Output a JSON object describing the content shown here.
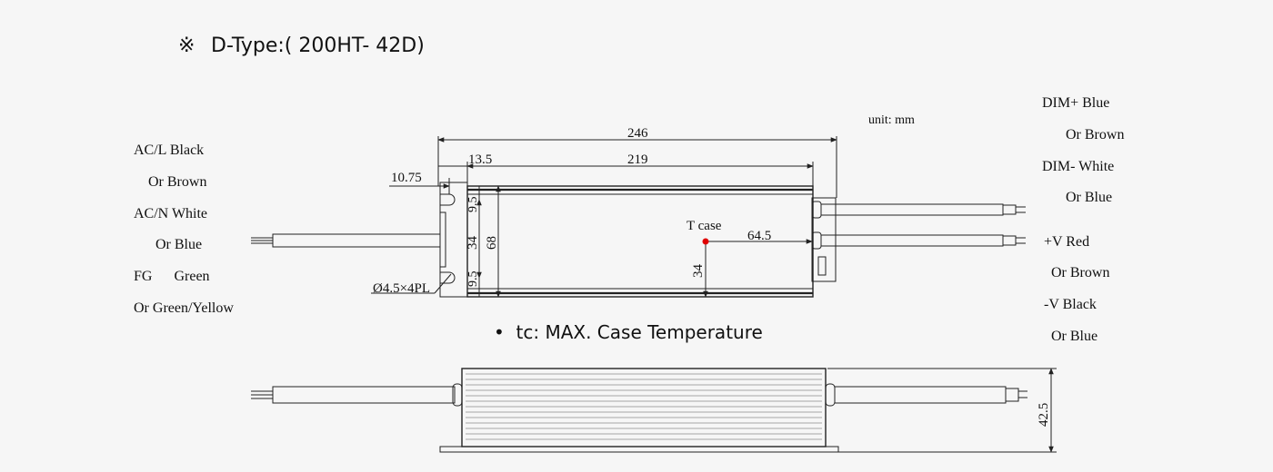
{
  "title": {
    "symbol": "※",
    "text": "D-Type:( 200HT- 42D)"
  },
  "unit_label": "unit: mm",
  "case_note": {
    "bullet": "•",
    "text": "tc:  MAX. Case Temperature"
  },
  "tcase_label": "T case",
  "dimensions": {
    "overall_length": "246",
    "body_length": "219",
    "end_offset": "13.5",
    "mount_offset": "10.75",
    "width": "68",
    "mount_spacing": "34",
    "edge_margin_top": "9.5",
    "edge_margin_bottom": "9.5",
    "tcase_x": "64.5",
    "tcase_y": "34",
    "hole": "Ø4.5×4PL",
    "height": "42.5"
  },
  "left_wires": [
    "AC/L Black",
    "Or Brown",
    "AC/N White",
    "Or Blue",
    "FG      Green",
    "Or Green/Yellow"
  ],
  "right_wires": [
    "DIM+  Blue",
    "Or Brown",
    "DIM-  White",
    "Or Blue",
    "+V Red",
    "Or Brown",
    "-V Black",
    "Or Blue"
  ],
  "colors": {
    "tcase_dot": "#e00000",
    "line": "#222222",
    "background": "#f6f6f6"
  }
}
